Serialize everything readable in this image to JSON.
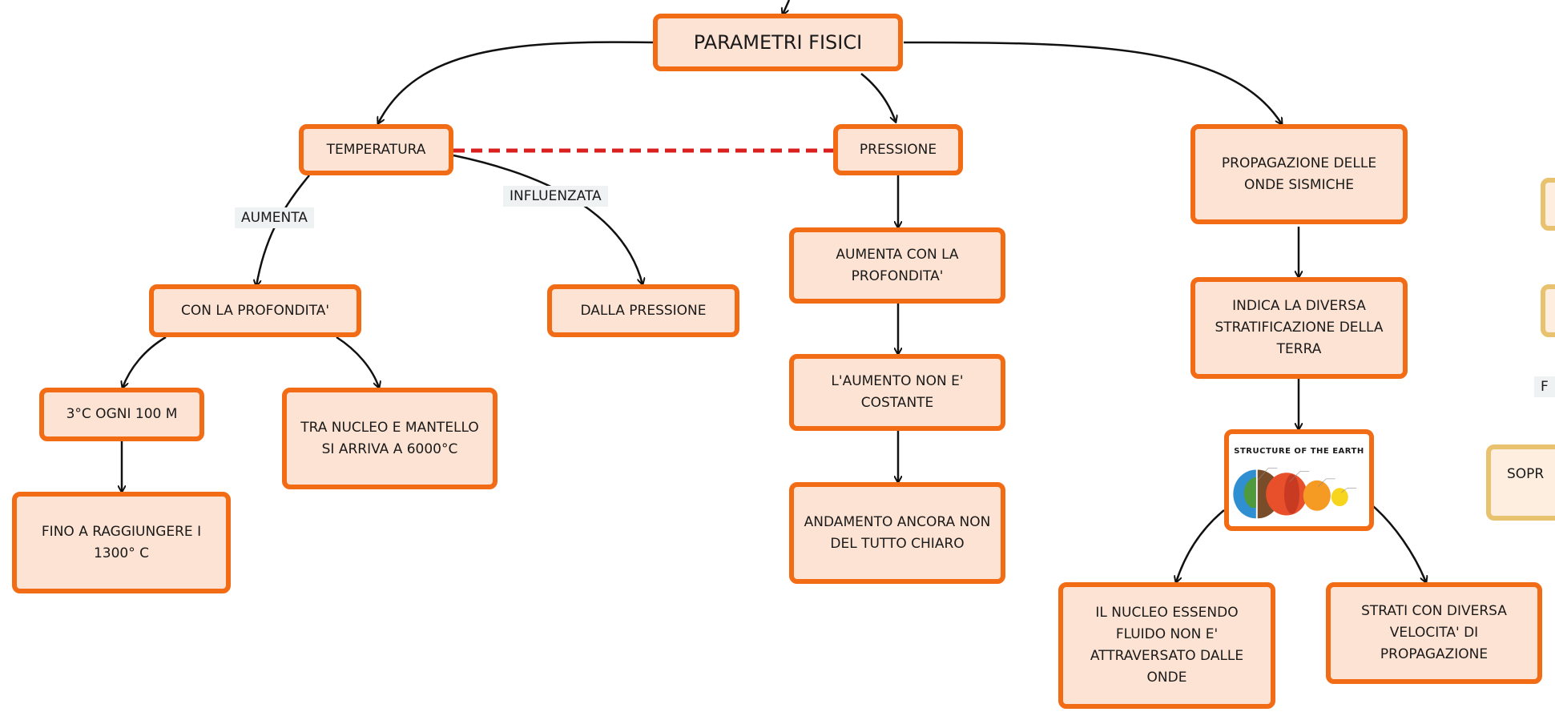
{
  "nodes": {
    "root": "PARAMETRI FISICI",
    "temperatura": "TEMPERATURA",
    "pressione": "PRESSIONE",
    "propagazione": "PROPAGAZIONE DELLE ONDE SISMICHE",
    "con_profondita": "CON LA PROFONDITA'",
    "dalla_pressione": "DALLA PRESSIONE",
    "aumenta_profondita": "AUMENTA CON LA PROFONDITA'",
    "aumento_non_costante": "L'AUMENTO NON E' COSTANTE",
    "andamento": "ANDAMENTO ANCORA NON DEL TUTTO CHIARO",
    "tre_gradi": "3°C OGNI 100 M",
    "nucleo_mantello": "TRA NUCLEO E MANTELLO SI ARRIVA A 6000°C",
    "fino_1300": "FINO A RAGGIUNGERE I 1300° C",
    "stratificazione": "INDICA LA DIVERSA STRATIFICAZIONE DELLA TERRA",
    "nucleo_fluido": "IL NUCLEO ESSENDO FLUIDO NON E' ATTRAVERSATO DALLE ONDE",
    "strati_velocita": "STRATI CON DIVERSA VELOCITA' DI PROPAGAZIONE"
  },
  "edge_labels": {
    "aumenta": "AUMENTA",
    "influenzata": "INFLUENZATA"
  },
  "earth_image": {
    "caption": "STRUCTURE OF THE EARTH"
  },
  "clipped_right": {
    "fragment_f": "F",
    "fragment_sopr": "SOPR"
  },
  "colors": {
    "node_border": "#f26c16",
    "node_fill": "#fde3d3",
    "dashed_link": "#d9201f",
    "side_border": "#e8c26e"
  }
}
